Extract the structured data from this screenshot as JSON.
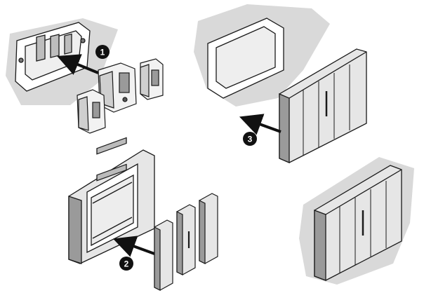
{
  "steps": [
    {
      "number": "1"
    },
    {
      "number": "2"
    },
    {
      "number": "3"
    }
  ],
  "colors": {
    "wall": "#d9d9d9",
    "outline": "#1a1a1a",
    "panel": "#e6e6e6",
    "panel_dark": "#9a9a9a",
    "module": "#f2f2f2",
    "badge": "#111111"
  }
}
